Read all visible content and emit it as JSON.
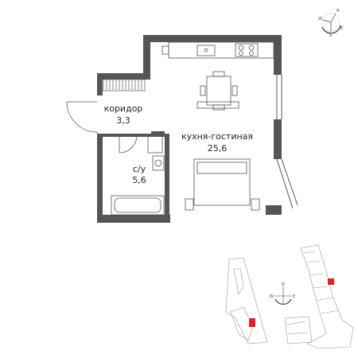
{
  "rooms": [
    {
      "id": "corridor",
      "name": "коридор",
      "area": "3,3"
    },
    {
      "id": "kitchen_living",
      "name": "кухня-гостиная",
      "area": "25,6"
    },
    {
      "id": "bathroom",
      "name": "с/у",
      "area": "5,6"
    }
  ],
  "compass": {
    "north": "N",
    "east": "E",
    "south": "S",
    "west": "W"
  },
  "colors": {
    "wall": "#555555",
    "line": "#333333",
    "highlight": "#e0202a",
    "map_line": "#999999"
  }
}
